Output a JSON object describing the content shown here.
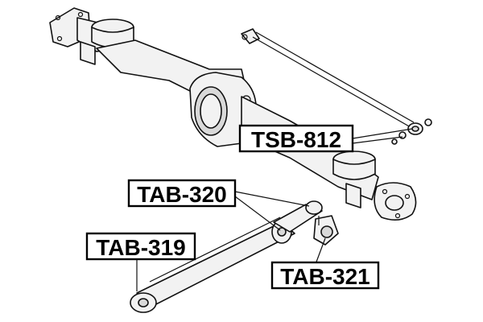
{
  "callouts": {
    "tsb_812": "TSB-812",
    "tab_320": "TAB-320",
    "tab_319": "TAB-319",
    "tab_321": "TAB-321"
  }
}
